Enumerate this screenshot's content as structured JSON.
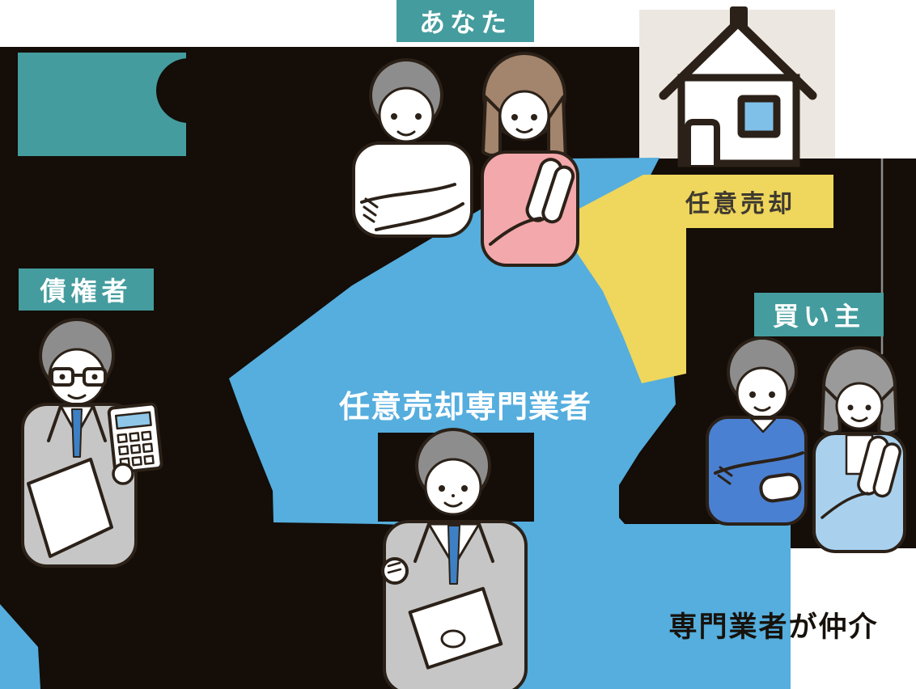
{
  "diagram": {
    "nodes": {
      "you": {
        "label": "あなた"
      },
      "voluntary_sale": {
        "label": "任意売却"
      },
      "creditor": {
        "label": "債権者"
      },
      "buyer": {
        "label": "買い主"
      },
      "specialist": {
        "label": "任意売却専門業者"
      },
      "mediation_note": {
        "label": "専門業者が仲介"
      }
    },
    "icons": [
      "house-icon"
    ],
    "colors": {
      "background": "#140d08",
      "label_teal": "#449c9e",
      "flow_blue": "#55aedd",
      "ribbon_yellow": "#efd65c",
      "house_panel_beige": "#ece7e1",
      "outline_dark": "#2b2118",
      "band_text": "#3f3a30",
      "pink_top": "#f3a8ab",
      "suit_gray": "#c6c6c6",
      "tie_blue": "#3d80c4",
      "buyer_sweater_blue": "#4a80d2",
      "buyer_cardigan_blue": "#a9d1ee",
      "window_blue": "#7fc0e8",
      "hair_gray": "#8d8d8d",
      "hair_brown": "#a3846c"
    }
  }
}
